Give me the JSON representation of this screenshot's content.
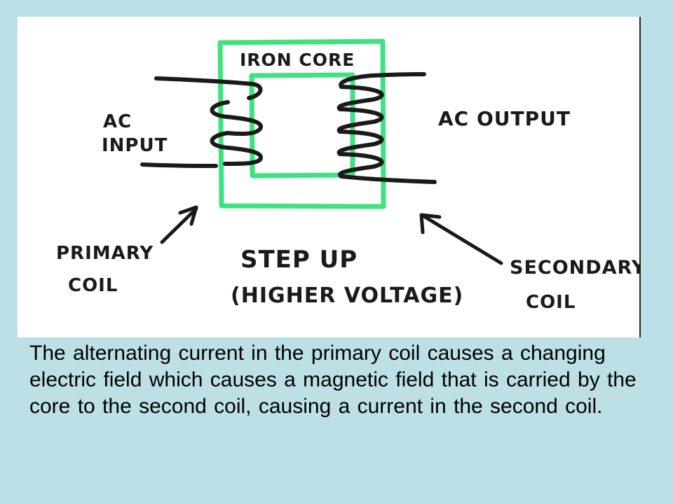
{
  "diagram": {
    "core_label": "IRON CORE",
    "input_label_line1": "AC",
    "input_label_line2": "INPUT",
    "output_label": "AC OUTPUT",
    "primary_label_line1": "PRIMARY",
    "primary_label_line2": "COIL",
    "mode_label_line1": "STEP UP",
    "mode_label_line2": "(HIGHER VOLTAGE)",
    "secondary_label_line1": "SECONDARY",
    "secondary_label_line2": "COIL",
    "colors": {
      "core": "#3ee37f",
      "ink": "#1a1a1a",
      "background": "#bde0e6",
      "panel": "#ffffff"
    }
  },
  "caption": "The alternating current in the primary coil causes a changing electric field which causes a magnetic field that is carried by the core to the second coil, causing a current in the second coil."
}
